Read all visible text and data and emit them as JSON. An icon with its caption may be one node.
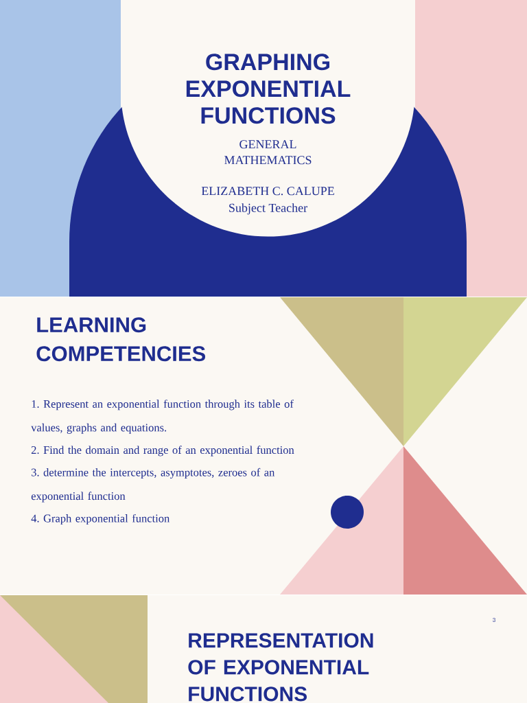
{
  "diagram": {
    "labels": [
      "GRAPHING EXPONENTIAL FUNCTIONS",
      "GENERAL MATHEMATICS",
      "ELIZABETH C. CALUPE",
      "Subject Teacher",
      "LEARNING COMPETENCIES",
      "1. Represent an exponential function through its table of values, graphs and equations.",
      "2. Find the domain and range of an exponential function",
      "3. determine the intercepts, asymptotes, zeroes of an exponential function",
      "4. Graph exponential function",
      "3",
      "REPRESENTATION OF EXPONENTIAL FUNCTIONS"
    ]
  }
}
